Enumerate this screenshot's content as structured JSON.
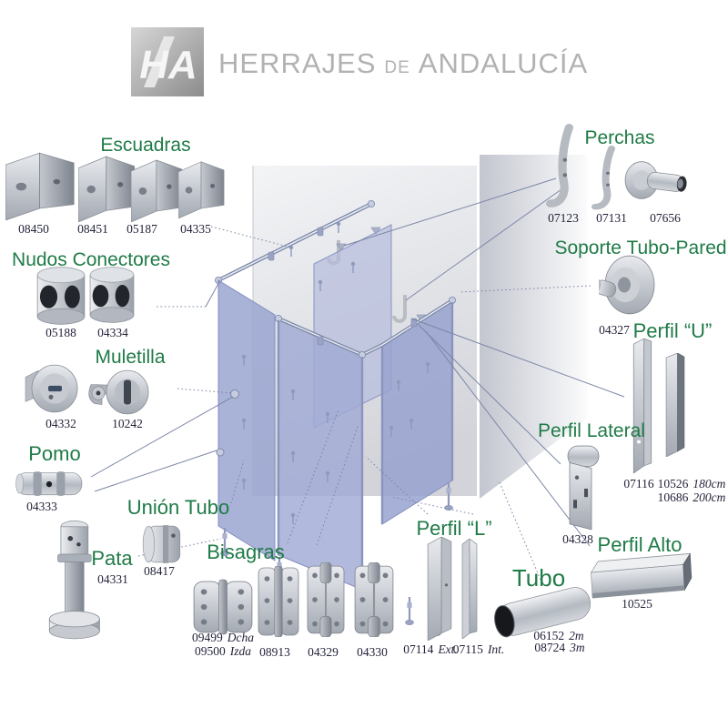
{
  "logo": {
    "mark": "HA",
    "word1": "HERRAJES",
    "word2": "DE",
    "word3": "ANDALUCÍA"
  },
  "colors": {
    "title_green": "#1f7b47",
    "code_ink": "#23233b",
    "logo_gray": "#b2b2b2",
    "panel_blue": "#9aa4d0",
    "wall_gray": "#d9dbe0"
  },
  "groups": {
    "escuadras": {
      "title": "Escuadras",
      "codes": [
        {
          "code": "08450"
        },
        {
          "code": "08451"
        },
        {
          "code": "05187"
        },
        {
          "code": "04335"
        }
      ]
    },
    "nudos": {
      "title": "Nudos Conectores",
      "codes": [
        {
          "code": "05188"
        },
        {
          "code": "04334"
        }
      ]
    },
    "muletilla": {
      "title": "Muletilla",
      "codes": [
        {
          "code": "04332"
        },
        {
          "code": "10242"
        }
      ]
    },
    "pomo": {
      "title": "Pomo",
      "codes": [
        {
          "code": "04333"
        }
      ]
    },
    "union_tubo": {
      "title": "Unión Tubo",
      "codes": [
        {
          "code": "08417"
        }
      ]
    },
    "pata": {
      "title": "Pata",
      "codes": [
        {
          "code": "04331"
        }
      ]
    },
    "bisagras": {
      "title": "Bisagras",
      "codes": [
        {
          "code": "09499",
          "note": "Dcha"
        },
        {
          "code": "09500",
          "note": "Izda"
        },
        {
          "code": "08913",
          "note": ""
        },
        {
          "code": "04329",
          "note": ""
        },
        {
          "code": "04330",
          "note": ""
        }
      ]
    },
    "perfil_l": {
      "title": "Perfil “L”",
      "codes": [
        {
          "code": "07114",
          "note": "Ext."
        },
        {
          "code": "07115",
          "note": "Int."
        }
      ]
    },
    "tubo": {
      "title": "Tubo",
      "codes": [
        {
          "code": "06152",
          "note": "2m"
        },
        {
          "code": "08724",
          "note": "3m"
        }
      ]
    },
    "perchas": {
      "title": "Perchas",
      "codes": [
        {
          "code": "07123"
        },
        {
          "code": "07131"
        },
        {
          "code": "07656"
        }
      ]
    },
    "soporte": {
      "title": "Soporte Tubo-Pared",
      "codes": [
        {
          "code": "04327"
        }
      ]
    },
    "perfil_u": {
      "title": "Perfil “U”",
      "codes": [
        {
          "code": "07116",
          "note": ""
        },
        {
          "code": "10526",
          "note": "180cm"
        },
        {
          "code": "10686",
          "note": "200cm"
        }
      ]
    },
    "perfil_lateral": {
      "title": "Perfil Lateral",
      "codes": [
        {
          "code": "04328"
        }
      ]
    },
    "perfil_alto": {
      "title": "Perfil Alto",
      "codes": [
        {
          "code": "10525"
        }
      ]
    }
  }
}
